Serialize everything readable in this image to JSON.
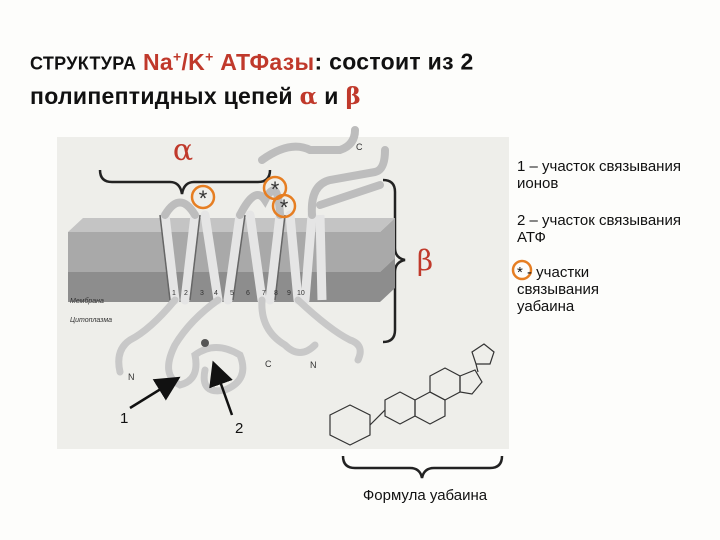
{
  "title": {
    "part1": "СТРУКТУРА",
    "part2": "Na",
    "sup_plus1": "+",
    "part3": "/K",
    "sup_plus2": "+",
    "part4": "АТФазы",
    "part5": ": состоит из 2",
    "line2": "полипептидных цепей",
    "alpha": "α",
    "and": "и",
    "beta": "β"
  },
  "diagram": {
    "alpha_label": "α",
    "beta_label": "β",
    "asterisk": "*",
    "membrane_label": "Мембрана",
    "cytoplasm_label": "Цитоплазма",
    "helix_numbers": [
      "1",
      "2",
      "3",
      "4",
      "5",
      "6",
      "7",
      "8",
      "9",
      "10"
    ],
    "n_label": "N",
    "c_label": "C",
    "arrow1_label": "1",
    "arrow2_label": "2",
    "formula_caption": "Формула уабаина"
  },
  "legend": {
    "item1": "1 – участок связывания ионов",
    "item2": "2 – участок связывания АТФ",
    "item3_star": "*",
    "item3": "- участки связывания уабаина"
  },
  "colors": {
    "accent_red": "#c0392b",
    "asterisk_ring": "#e67e22",
    "membrane": "#9a9a9a"
  }
}
